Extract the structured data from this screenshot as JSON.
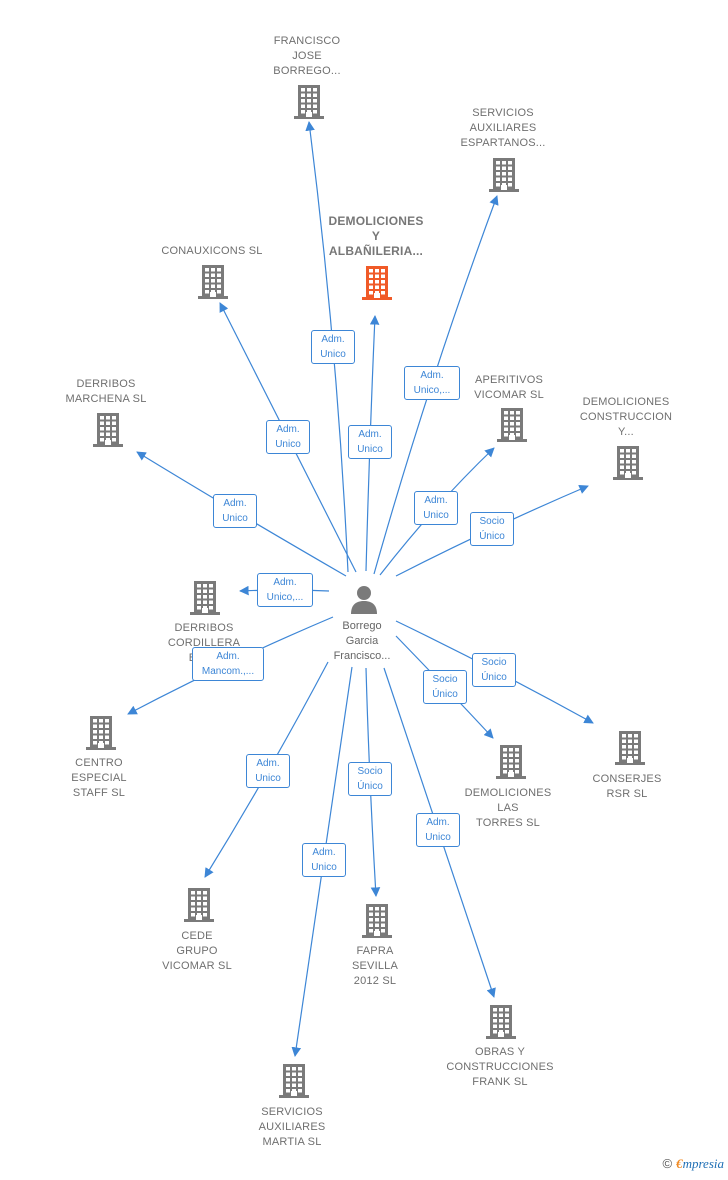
{
  "person": {
    "label": "Borrego\nGarcia\nFrancisco..."
  },
  "companies": [
    {
      "id": "francisco",
      "label": "FRANCISCO\nJOSE\nBORREGO...",
      "highlight": false
    },
    {
      "id": "espartanos",
      "label": "SERVICIOS\nAUXILIARES\nESPARTANOS...",
      "highlight": false
    },
    {
      "id": "demoliciones_alb",
      "label": "DEMOLICIONES\nY\nALBAÑILERIA...",
      "highlight": true
    },
    {
      "id": "conauxicons",
      "label": "CONAUXICONS SL",
      "highlight": false
    },
    {
      "id": "marchena",
      "label": "DERRIBOS\nMARCHENA  SL",
      "highlight": false
    },
    {
      "id": "aperitivos",
      "label": "APERITIVOS\nVICOMAR SL",
      "highlight": false
    },
    {
      "id": "demol_constr",
      "label": "DEMOLICIONES\nCONSTRUCCION\nY...",
      "highlight": false
    },
    {
      "id": "cordillera",
      "label": "DERRIBOS\nCORDILLERA\nBET...",
      "highlight": false
    },
    {
      "id": "staff",
      "label": "CENTRO\nESPECIAL\nSTAFF  SL",
      "highlight": false
    },
    {
      "id": "conserjes",
      "label": "CONSERJES\nRSR  SL",
      "highlight": false
    },
    {
      "id": "torres",
      "label": "DEMOLICIONES\nLAS\nTORRES  SL",
      "highlight": false
    },
    {
      "id": "cede",
      "label": "CEDE\nGRUPO\nVICOMAR SL",
      "highlight": false
    },
    {
      "id": "fapra",
      "label": "FAPRA\nSEVILLA\n2012 SL",
      "highlight": false
    },
    {
      "id": "frank",
      "label": "OBRAS Y\nCONSTRUCCIONES\nFRANK SL",
      "highlight": false
    },
    {
      "id": "martia",
      "label": "SERVICIOS\nAUXILIARES\nMARTIA  SL",
      "highlight": false
    }
  ],
  "roles": [
    {
      "target": "francisco",
      "label": "Adm.\nUnico"
    },
    {
      "target": "espartanos",
      "label": "Adm.\nUnico,..."
    },
    {
      "target": "demoliciones_alb",
      "label": "Adm.\nUnico"
    },
    {
      "target": "conauxicons",
      "label": "Adm.\nUnico"
    },
    {
      "target": "marchena",
      "label": "Adm.\nUnico"
    },
    {
      "target": "aperitivos",
      "label": "Adm.\nUnico"
    },
    {
      "target": "demol_constr",
      "label": "Socio\nÚnico"
    },
    {
      "target": "cordillera",
      "label": "Adm.\nUnico,..."
    },
    {
      "target": "staff",
      "label": "Adm.\nMancom.,..."
    },
    {
      "target": "conserjes",
      "label": "Socio\nÚnico"
    },
    {
      "target": "torres",
      "label": "Socio\nÚnico"
    },
    {
      "target": "cede",
      "label": "Adm.\nUnico"
    },
    {
      "target": "fapra",
      "label": "Socio\nÚnico"
    },
    {
      "target": "frank",
      "label": "Adm.\nUnico"
    },
    {
      "target": "martia",
      "label": "Adm.\nUnico"
    }
  ],
  "footer": {
    "copyright": "©",
    "brand_first": "€",
    "brand_rest": "mpresia"
  },
  "colors": {
    "edge": "#3d86d6",
    "building": "#7a7a7a",
    "highlight": "#f05a28"
  }
}
